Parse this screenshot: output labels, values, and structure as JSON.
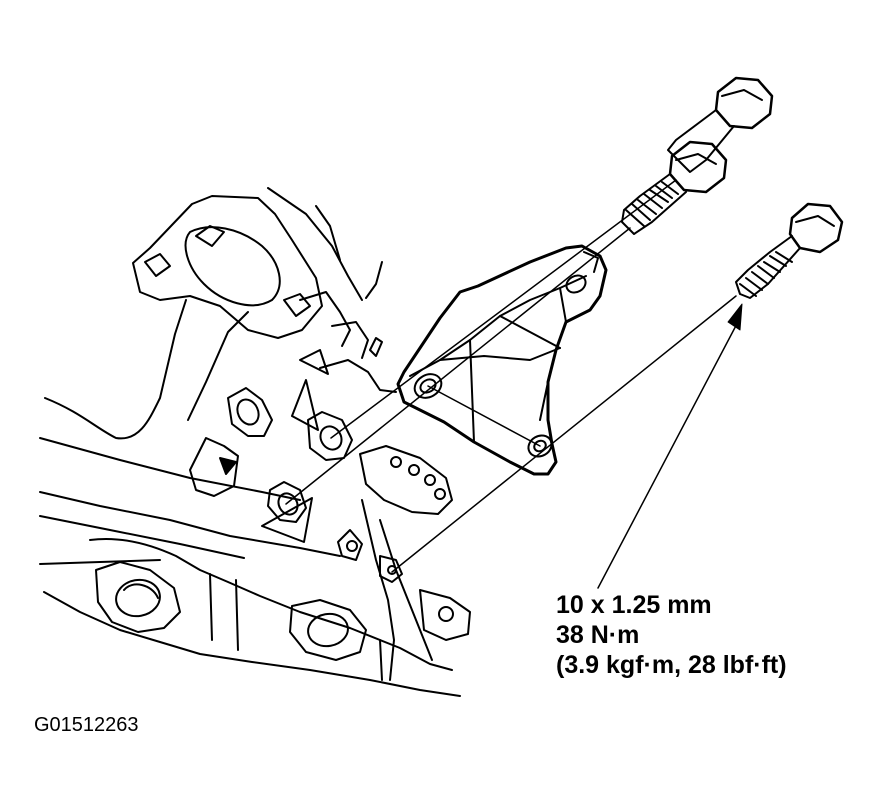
{
  "callout": {
    "size": "10 x 1.25 mm",
    "torque_nm": "38 N·m",
    "torque_alt": "(3.9 kgf·m, 28 lbf·ft)"
  },
  "figure_id": "G01512263",
  "icons": [
    "engine-block",
    "bracket",
    "bolt",
    "leader-arrow"
  ]
}
